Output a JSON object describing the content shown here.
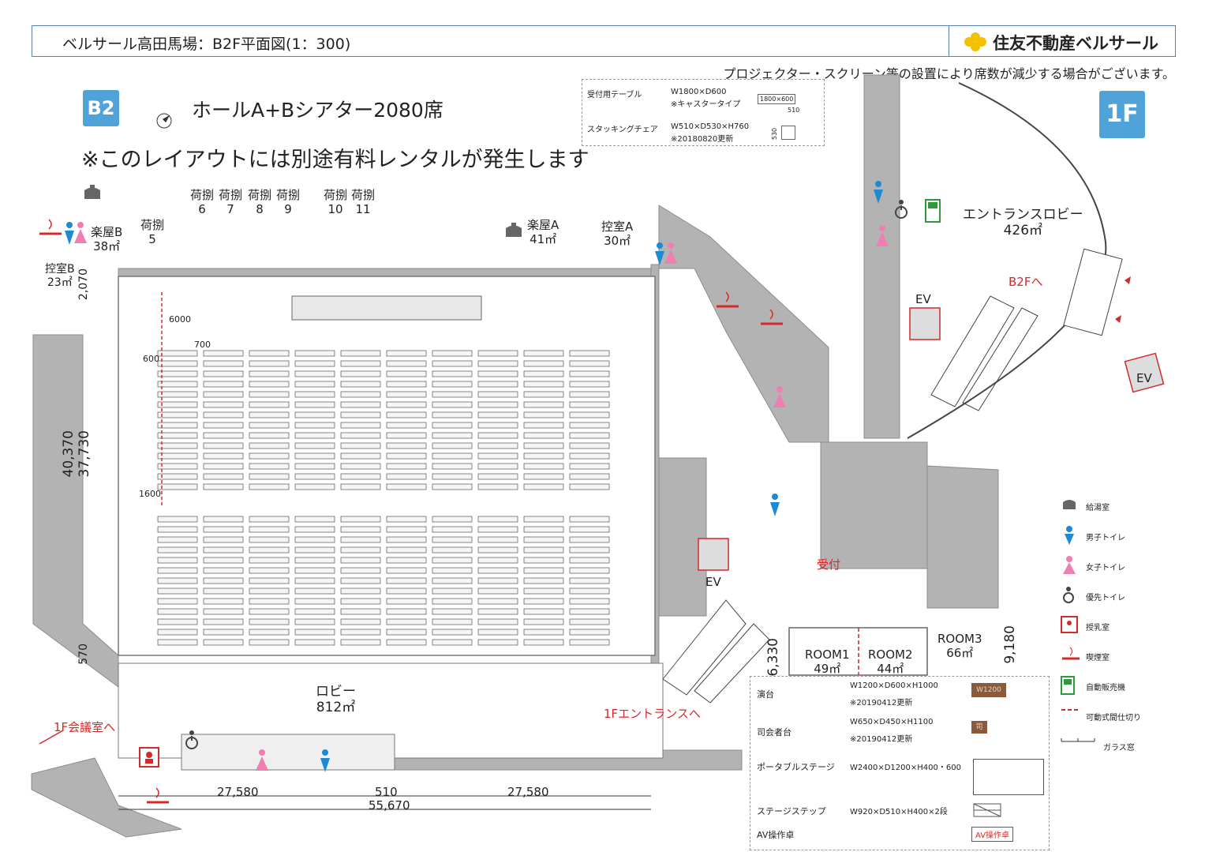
{
  "header": {
    "title": "ベルサール高田馬場：B2F平面図(1：300)",
    "brand": "住友不動産ベルサール",
    "notice": "プロジェクター・スクリーン等の設置により席数が減少する場合がございます。"
  },
  "badges": {
    "b2": "B2",
    "f1": "1F"
  },
  "layout": {
    "hall_title": "ホールA+Bシアター2080席",
    "rental_note": "※このレイアウトには別途有料レンタルが発生します"
  },
  "top_spec": {
    "table_label": "受付用テーブル",
    "table_spec": "W1800×D600",
    "table_note": "※キャスタータイプ",
    "table_size": "1800×600",
    "chair_label": "スタッキングチェア",
    "chair_spec": "W510×D530×H760",
    "chair_note": "※20180820更新",
    "chair_w": "510",
    "chair_d": "530"
  },
  "rooms": {
    "gakuya_b": "楽屋B",
    "gakuya_b_area": "38㎡",
    "hikae_b": "控室B",
    "hikae_b_area": "23㎡",
    "niokiba5": "荷捌",
    "niokiba5_n": "5",
    "niokiba6": "荷捌",
    "niokiba6_n": "6",
    "niokiba7": "荷捌",
    "niokiba7_n": "7",
    "niokiba8": "荷捌",
    "niokiba8_n": "8",
    "niokiba9": "荷捌",
    "niokiba9_n": "9",
    "niokiba10": "荷捌",
    "niokiba10_n": "10",
    "niokiba11": "荷捌",
    "niokiba11_n": "11",
    "gakuya_a": "楽屋A",
    "gakuya_a_area": "41㎡",
    "hikae_a": "控室A",
    "hikae_a_area": "30㎡",
    "entrance_lobby": "エントランスロビー",
    "entrance_lobby_area": "426㎡",
    "lobby": "ロビー",
    "lobby_area": "812㎡",
    "room1": "ROOM1",
    "room1_area": "49㎡",
    "room2": "ROOM2",
    "room2_area": "44㎡",
    "room3": "ROOM3",
    "room3_area": "66㎡",
    "ev1": "EV",
    "ev2": "EV",
    "ev3": "EV",
    "uketsuke": "受付",
    "to_b2f": "B2Fへ",
    "to_1f_entrance": "1Fエントランスへ",
    "to_1f_meeting": "1F会議室へ"
  },
  "dimensions": {
    "d6000": "6000",
    "d700": "700",
    "d600": "600",
    "d1600": "1600",
    "d40370": "40,370",
    "d37730": "37,730",
    "d2070": "2,070",
    "d570": "570",
    "d27580a": "27,580",
    "d510": "510",
    "d27580b": "27,580",
    "d55670": "55,670",
    "d6330": "6,330",
    "d9180": "9,180"
  },
  "legend": [
    {
      "icon": "kitchen-icon",
      "label": "給湯室"
    },
    {
      "icon": "mens-toilet-icon",
      "label": "男子トイレ"
    },
    {
      "icon": "womens-toilet-icon",
      "label": "女子トイレ"
    },
    {
      "icon": "accessible-toilet-icon",
      "label": "優先トイレ"
    },
    {
      "icon": "nursing-room-icon",
      "label": "授乳室"
    },
    {
      "icon": "smoking-room-icon",
      "label": "喫煙室"
    },
    {
      "icon": "vending-machine-icon",
      "label": "自動販売機"
    },
    {
      "icon": "movable-partition-icon",
      "label": "可動式間仕切り"
    },
    {
      "icon": "glass-window-icon",
      "label": "ガラス窓"
    }
  ],
  "spec_box": {
    "stage": "演台",
    "stage_spec": "W1200×D600×H1000",
    "stage_note": "※20190412更新",
    "stage_tag": "W1200",
    "mc": "司会者台",
    "mc_spec": "W650×D450×H1100",
    "mc_note": "※20190412更新",
    "mc_tag": "司",
    "portable": "ポータブルステージ",
    "portable_spec": "W2400×D1200×H400・600",
    "step": "ステージステップ",
    "step_spec": "W920×D510×H400×2段",
    "av": "AV操作卓",
    "av_tag": "AV操作卓"
  },
  "colors": {
    "accent": "#4fa3d8",
    "wall": "#b3b3b3",
    "red": "#d42a2a",
    "male": "#1f8ad3",
    "female": "#ef7fb0",
    "vending": "#2c9a3c"
  }
}
